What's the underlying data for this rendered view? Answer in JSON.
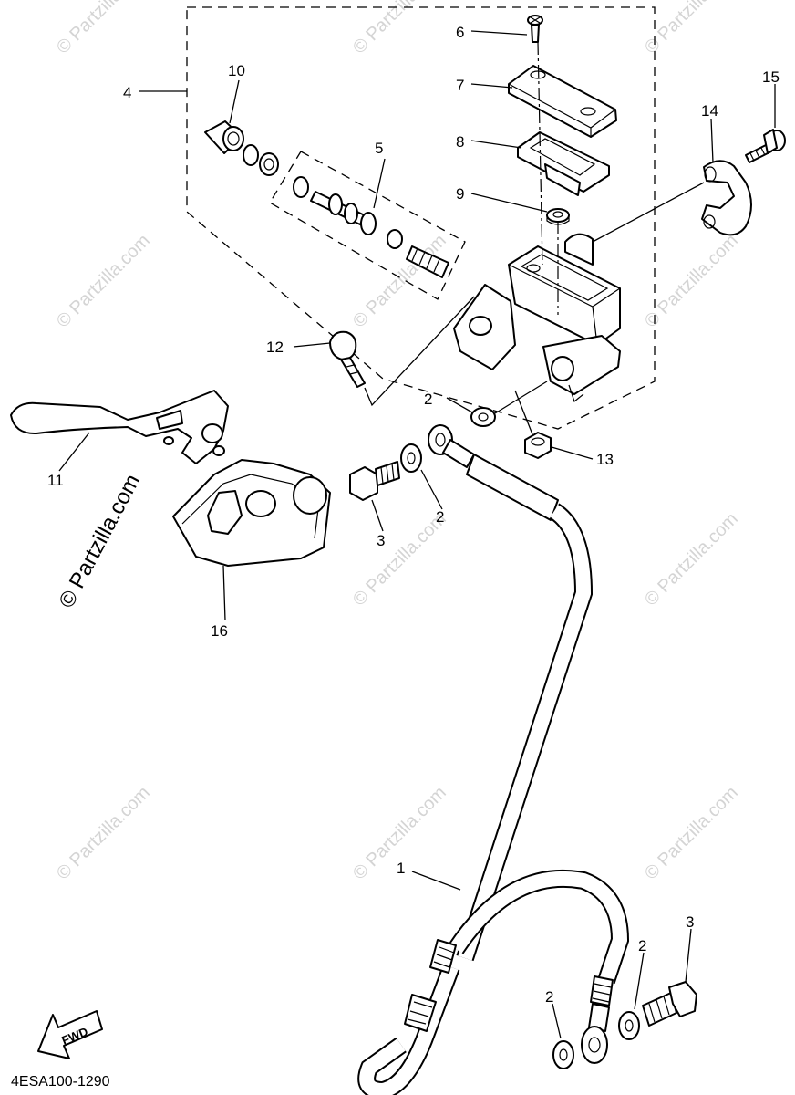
{
  "diagram": {
    "callouts": [
      {
        "id": "c1",
        "text": "1"
      },
      {
        "id": "c2a",
        "text": "2"
      },
      {
        "id": "c2b",
        "text": "2"
      },
      {
        "id": "c2c",
        "text": "2"
      },
      {
        "id": "c2d",
        "text": "2"
      },
      {
        "id": "c3a",
        "text": "3"
      },
      {
        "id": "c3b",
        "text": "3"
      },
      {
        "id": "c4",
        "text": "4"
      },
      {
        "id": "c5",
        "text": "5"
      },
      {
        "id": "c6",
        "text": "6"
      },
      {
        "id": "c7",
        "text": "7"
      },
      {
        "id": "c8",
        "text": "8"
      },
      {
        "id": "c9",
        "text": "9"
      },
      {
        "id": "c10",
        "text": "10"
      },
      {
        "id": "c11",
        "text": "11"
      },
      {
        "id": "c12",
        "text": "12"
      },
      {
        "id": "c13",
        "text": "13"
      },
      {
        "id": "c14",
        "text": "14"
      },
      {
        "id": "c15",
        "text": "15"
      },
      {
        "id": "c16",
        "text": "16"
      }
    ],
    "fwd_label": "FWD",
    "diagram_code": "4ESA100-1290",
    "watermark": "© Partzilla.com"
  }
}
